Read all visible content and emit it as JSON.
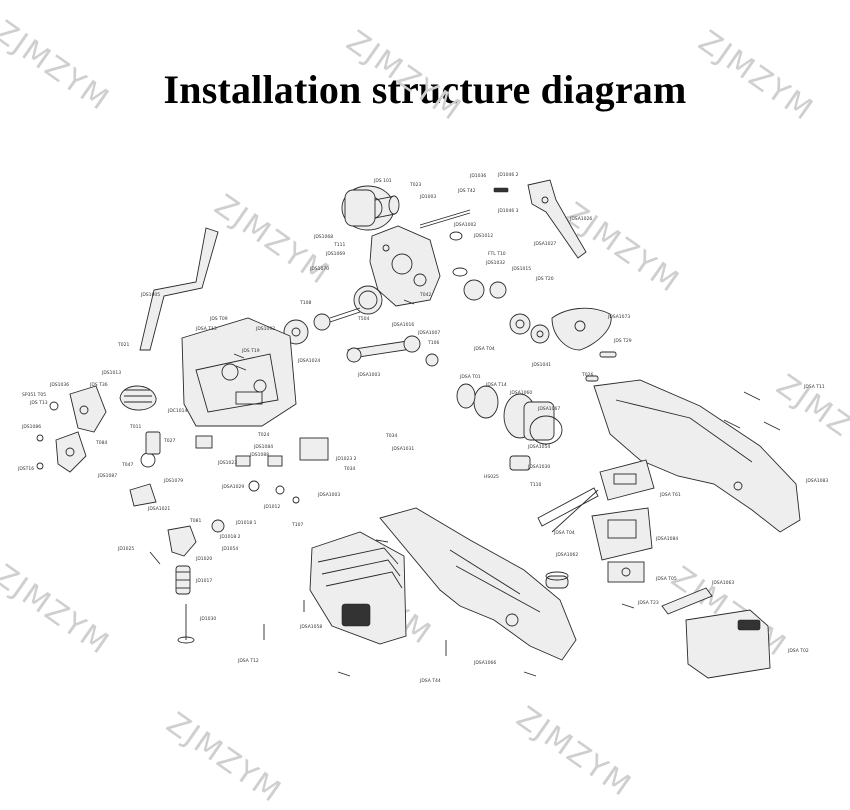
{
  "title": "Installation structure diagram",
  "watermark": "ZJMZYM",
  "labels": {
    "jds101": "JDS 101",
    "t023": "T023",
    "jdst42": "JDS T42",
    "jd1003": "JD1003",
    "jd1036": "JD1036",
    "jd1046_2": "JD1046 2",
    "jd1046_3": "JD1046 3",
    "jdsa1026": "JDSA1026",
    "jdsa1027": "JDSA1027",
    "jdsa1002": "JDSA1002",
    "jds1012": "JDS1012",
    "jds1068": "JDS1068",
    "t111": "T111",
    "jds1069": "JDS1069",
    "ftl_t10": "FTL T10",
    "jds1032": "JDS1032",
    "jds1015": "JDS1015",
    "jds_t20": "JDS T20",
    "jds1005": "JDS1005",
    "jds1070": "JDS1070",
    "t108": "T108",
    "t042": "T042",
    "t504": "T504",
    "jdsa1073": "JDSA1073",
    "jds_t29": "JDS T29",
    "jdsat11": "JDSA T11",
    "jds_t09": "JDS T09",
    "jdsa_t13": "JDSA T13",
    "jds1092": "JDS1092",
    "jds_t19": "JDS T19",
    "jdsa1024": "JDSA1024",
    "t021": "T021",
    "jds1013": "JDS1013",
    "jds_t36": "JDS T36",
    "jds1036b": "JDS1036",
    "t106": "T106",
    "jdsa_t04": "JDSA T04",
    "jdsa1007": "JDSA1007",
    "jdsa1016": "JDSA1016",
    "jdsa1003": "JDSA1003",
    "jdsa_t01": "JDSA T01",
    "jds1041": "JDS1041",
    "jdsa_t14": "JDSA T14",
    "sp351_t05": "SP351 T05",
    "jds_t13": "JDS T13",
    "jds1086": "JDS1086",
    "jdst16": "JDST16",
    "t084": "T084",
    "t011": "T011",
    "jdc1014": "JDC1014",
    "t027": "T027",
    "t047": "T047",
    "jds1087": "JDS1087",
    "jds1079": "JDS1079",
    "jds1023": "JDS1023",
    "jds1084": "JDS1084",
    "jds1088": "JDS1088",
    "t024": "T024",
    "t034": "T034",
    "jdsa1031": "JDSA1031",
    "jd1023_2": "JD1023 2",
    "jdsa1029": "JDSA1029",
    "t034b": "T034",
    "jdsa1003b": "JDSA1003",
    "jd1012": "JD1012",
    "jdsa1021": "JDSA1021",
    "t081": "T081",
    "jd1018_1": "JD1018 1",
    "jd1018_2": "JD1018 2",
    "jd1054": "JD1054",
    "jd1025": "JD1025",
    "jd1020": "JD1020",
    "jd1017": "JD1017",
    "jd1030": "JD1030",
    "t107": "T107",
    "jdsa1058": "JDSA1058",
    "jdsa_t12": "JDSA T12",
    "jdsa_t44": "JDSA T44",
    "jdsa1066": "JDSA1066",
    "jdsa_t04b": "JDSA T04",
    "jdsa1062": "JDSA1062",
    "jdsa_t61": "JDSA T61",
    "jdsa1084": "JDSA1084",
    "jdsa_t05": "JDSA T05",
    "jdsa_t23": "JDSA T23",
    "jdsa_t02": "JDSA T02",
    "jdsa1063": "JDSA1063",
    "jdsa1083": "JDSA1083",
    "t026": "T026",
    "jdsa1060": "JDSA1060",
    "jdsa1030": "JDSA1030",
    "jdsa1054": "JDSA1054",
    "jdsa1067": "JDSA1067",
    "hs025": "HS025",
    "t110": "T110"
  }
}
